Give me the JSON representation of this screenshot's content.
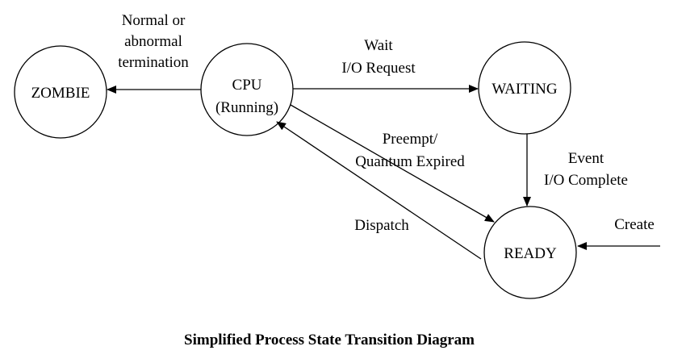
{
  "caption": "Simplified Process State Transition Diagram",
  "states": {
    "zombie": "ZOMBIE",
    "cpu_line1": "CPU",
    "cpu_line2": "(Running)",
    "waiting": "WAITING",
    "ready": "READY"
  },
  "transitions": {
    "terminate": [
      "Normal or",
      "abnormal",
      "termination"
    ],
    "wait": [
      "Wait",
      "I/O Request"
    ],
    "preempt": [
      "Preempt/",
      "Quantum Expired"
    ],
    "dispatch": "Dispatch",
    "event": [
      "Event",
      "I/O Complete"
    ],
    "create": "Create"
  },
  "colors": {
    "stroke": "#000000",
    "background": "#ffffff"
  }
}
